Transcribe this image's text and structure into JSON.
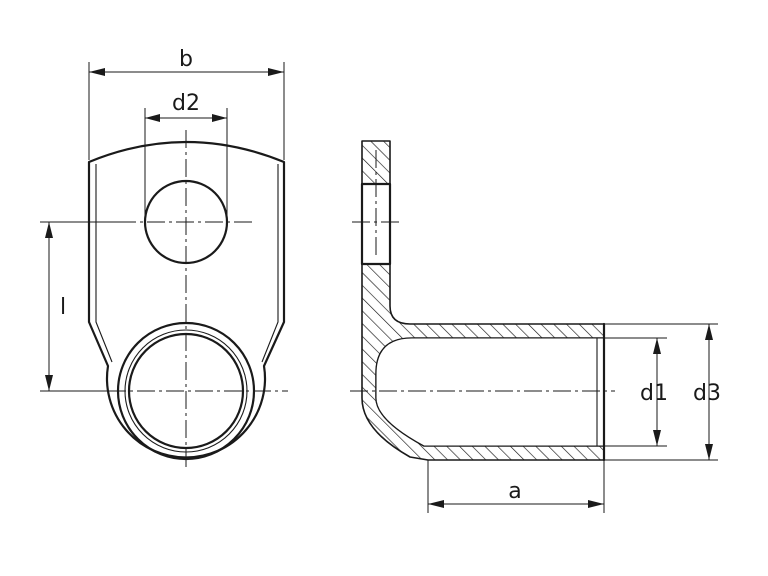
{
  "labels": {
    "b": "b",
    "d2": "d2",
    "l": "l",
    "d1": "d1",
    "d3": "d3",
    "a": "a"
  }
}
